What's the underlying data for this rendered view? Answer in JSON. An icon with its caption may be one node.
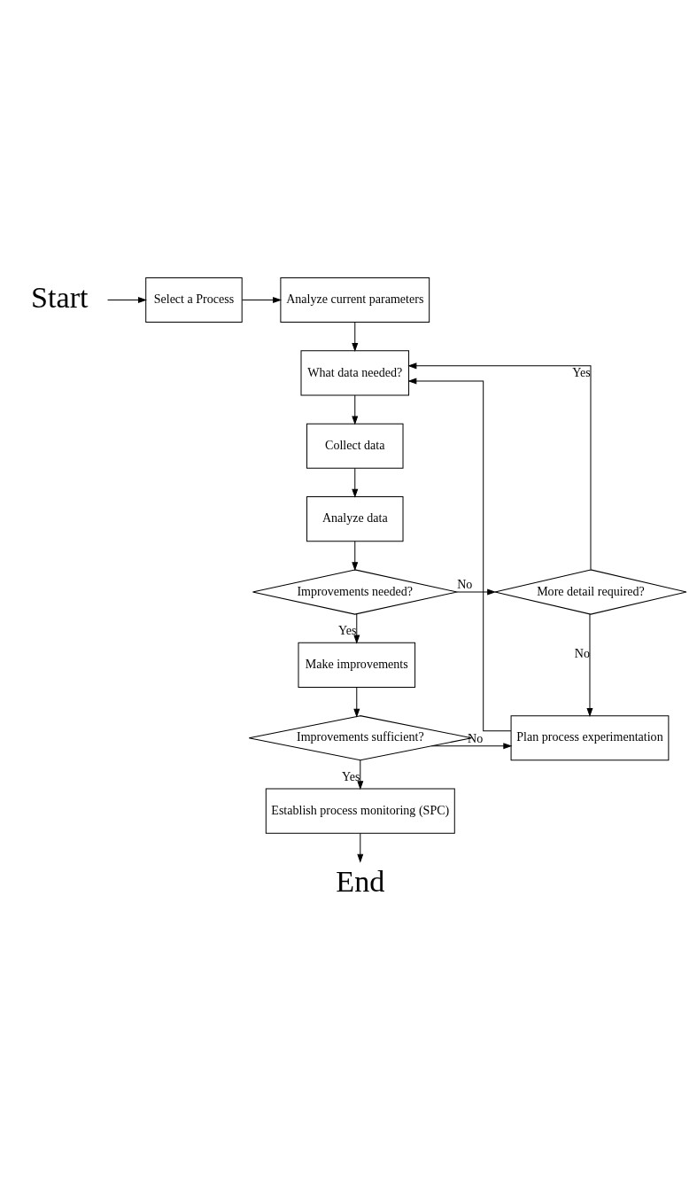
{
  "diagram": {
    "nodes": [
      {
        "text": [
          "Start"
        ]
      },
      {
        "text": [
          "Select a Process"
        ]
      },
      {
        "text": [
          "Analyze current parameters"
        ]
      },
      {
        "text": [
          "What data needed?"
        ]
      },
      {
        "text": [
          "Collect data"
        ]
      },
      {
        "text": [
          "Analyze data"
        ]
      },
      {
        "text": [
          "Improvements needed?"
        ]
      },
      {
        "text": [
          "More detail required?"
        ]
      },
      {
        "text": [
          "Make improvements"
        ]
      },
      {
        "text": [
          "Improvements sufficient?"
        ]
      },
      {
        "text": [
          "Plan process experimentation"
        ]
      },
      {
        "text": [
          "Establish process monitoring (SPC)"
        ]
      },
      {
        "text": [
          "End"
        ]
      }
    ],
    "edges": [
      {
        "from": 0,
        "to": 1,
        "arrow": "to"
      },
      {
        "from": 1,
        "to": 2,
        "arrow": "to"
      },
      {
        "from": 2,
        "to": 3,
        "arrow": "to"
      },
      {
        "from": 3,
        "to": 4,
        "arrow": "to"
      },
      {
        "from": 4,
        "to": 5,
        "arrow": "to"
      },
      {
        "from": 5,
        "to": 6,
        "arrow": "to"
      },
      {
        "from": 6,
        "to": 7,
        "arrow": "to",
        "label": "No"
      },
      {
        "from": 7,
        "to": 3,
        "arrow": "to",
        "label": "Yes"
      },
      {
        "from": 6,
        "to": 8,
        "arrow": "to",
        "label": "Yes"
      },
      {
        "from": 7,
        "to": 10,
        "arrow": "to",
        "label": "No"
      },
      {
        "from": 8,
        "to": 9,
        "arrow": "to"
      },
      {
        "from": 9,
        "to": 10,
        "arrow": "to",
        "label": "No"
      },
      {
        "from": 10,
        "to": 3,
        "arrow": "to"
      },
      {
        "from": 9,
        "to": 11,
        "arrow": "to",
        "label": "Yes"
      },
      {
        "from": 11,
        "to": 12,
        "arrow": "to"
      }
    ]
  }
}
